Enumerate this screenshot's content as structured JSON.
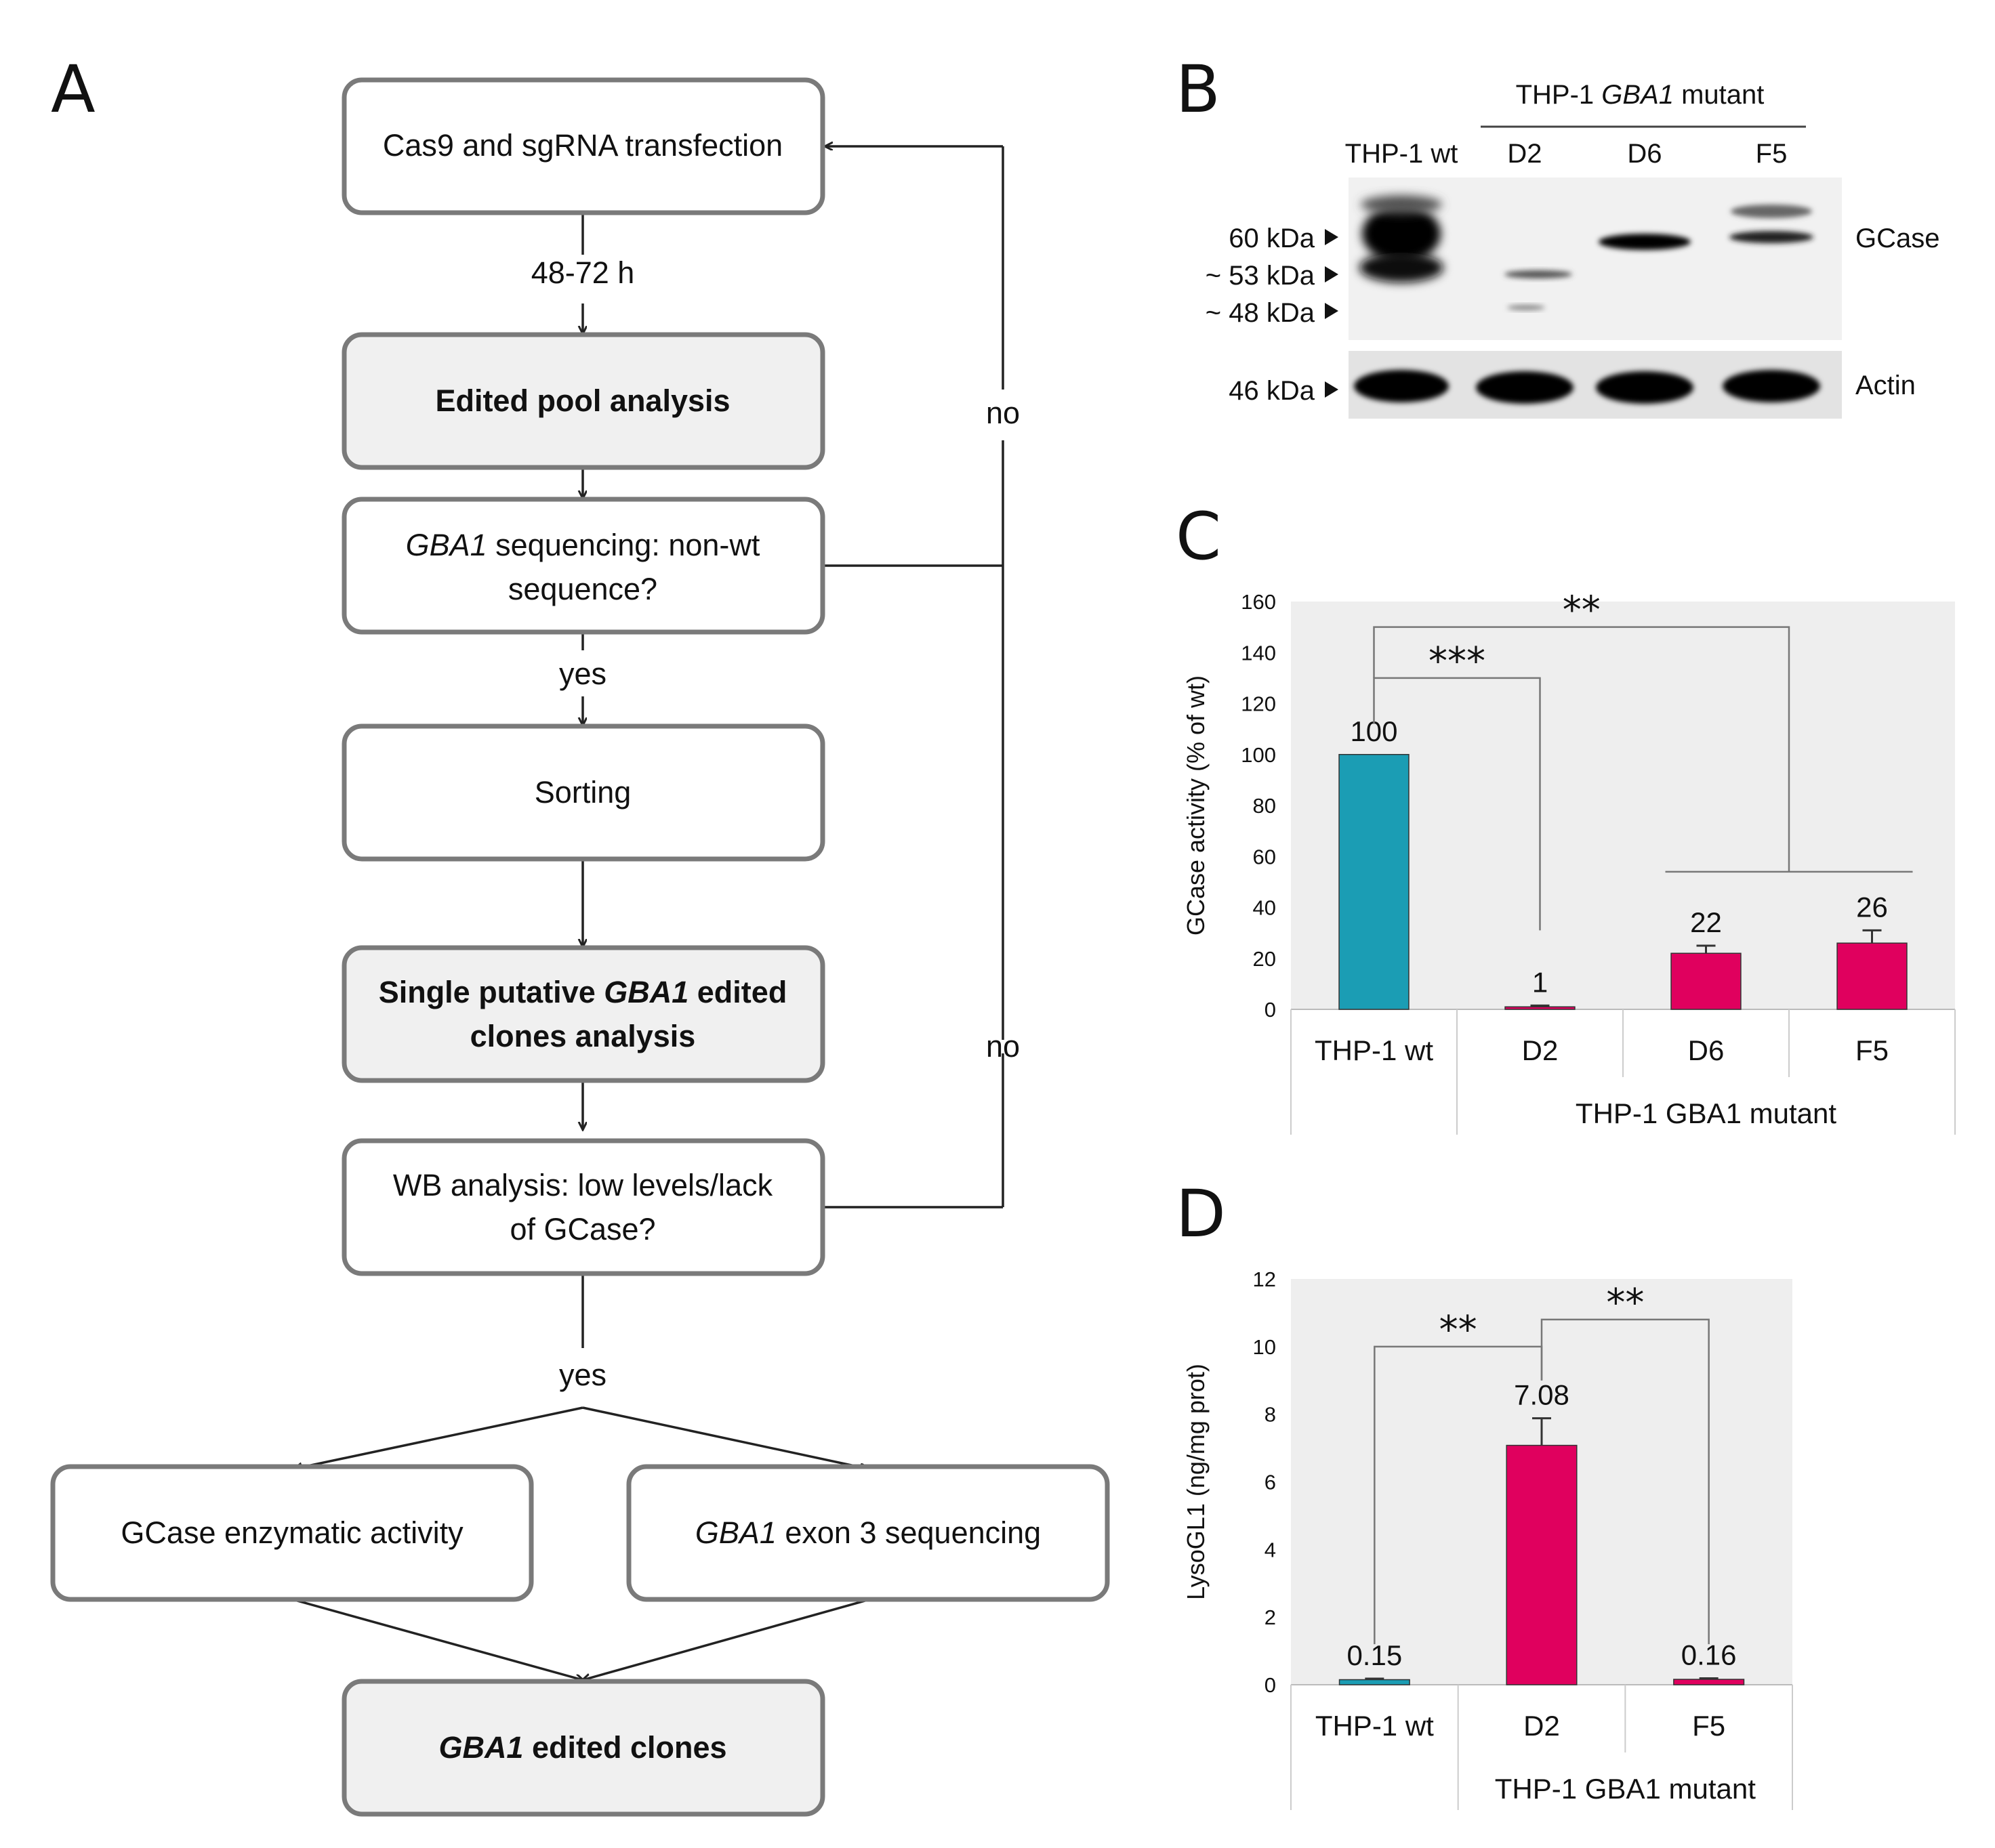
{
  "panels": {
    "a": "A",
    "b": "B",
    "c": "C",
    "d": "D"
  },
  "flowchart": {
    "step1": "Cas9 and sgRNA transfection",
    "time_label": "48-72 h",
    "step2": "Edited pool analysis",
    "step3_italic": "GBA1",
    "step3_rest": " sequencing: non-wt",
    "step3_line2": "sequence?",
    "yes1": "yes",
    "no1": "no",
    "step4": "Sorting",
    "step5_pre": "Single putative ",
    "step5_italic": "GBA1",
    "step5_post": " edited",
    "step5_line2": "clones analysis",
    "step6_line1": "WB analysis: low levels/lack",
    "step6_line2": "of GCase?",
    "no2": "no",
    "yes2": "yes",
    "step7": "GCase enzymatic activity",
    "step8_italic": "GBA1",
    "step8_rest": " exon 3 sequencing",
    "step9_italic": "GBA1",
    "step9_rest": " edited clones"
  },
  "western_blot": {
    "group_pre": "THP-1 ",
    "group_italic": "GBA1",
    "group_post": " mutant",
    "lanes": [
      "THP-1 wt",
      "D2",
      "D6",
      "F5"
    ],
    "markers": [
      "60 kDa",
      "~ 53 kDa",
      "~ 48 kDa",
      "46 kDa"
    ],
    "protein_top": "GCase",
    "protein_bottom": "Actin"
  },
  "colors": {
    "teal": "#1b9db4",
    "magenta": "#e0005e",
    "plot_bg": "#eeeeee"
  },
  "chart_data": [
    {
      "type": "bar",
      "ylabel": "GCase activity (% of wt)",
      "categories": [
        "THP-1 wt",
        "D2",
        "D6",
        "F5"
      ],
      "group_label": "THP-1 GBA1 mutant",
      "values": [
        100,
        1,
        22,
        26
      ],
      "errors": [
        0,
        0.5,
        3,
        5
      ],
      "value_labels": [
        "100",
        "1",
        "22",
        "26"
      ],
      "colors": [
        "#1b9db4",
        "#e0005e",
        "#e0005e",
        "#e0005e"
      ],
      "ylim": [
        0,
        160
      ],
      "yticks": [
        "0",
        "20",
        "40",
        "60",
        "80",
        "100",
        "120",
        "140",
        "160"
      ],
      "significance": [
        "***",
        "**"
      ]
    },
    {
      "type": "bar",
      "ylabel": "LysoGL1 (ng/mg prot)",
      "categories": [
        "THP-1 wt",
        "D2",
        "F5"
      ],
      "group_label": "THP-1 GBA1 mutant",
      "values": [
        0.15,
        7.08,
        0.16
      ],
      "errors": [
        0.03,
        0.8,
        0.03
      ],
      "value_labels": [
        "0.15",
        "7.08",
        "0.16"
      ],
      "colors": [
        "#1b9db4",
        "#e0005e",
        "#e0005e"
      ],
      "ylim": [
        0,
        12
      ],
      "yticks": [
        "0",
        "2",
        "4",
        "6",
        "8",
        "10",
        "12"
      ],
      "significance": [
        "**",
        "**"
      ]
    }
  ]
}
